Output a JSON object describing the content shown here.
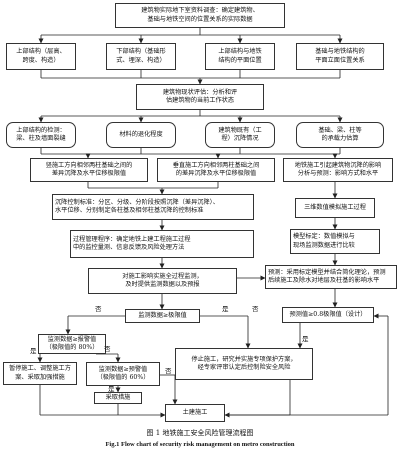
{
  "nodes": {
    "n01": "建筑物实际地下室资料调查：确定建筑物、\n基础与地铁空间的位置关系的实际数据",
    "n02": "上部结构（层高、\n跨度、构造）",
    "n03": "下部结构（基础形\n式、埋深、构造）",
    "n04": "上部结构与地铁\n结构的平面位置",
    "n05": "基础与地铁结构的\n平面立面位置关系",
    "n06": "建筑物现状评估：分析和评\n估建筑物的当前工作状态",
    "n07": "上部结构的检测：\n梁、柱及墙面裂缝",
    "n08": "材料的退化程度",
    "n09": "建筑物既有（工\n程）沉降情况",
    "n10": "基础、梁、柱等\n的承载力估算",
    "n11": "竖施工方向相邻两柱基础之间的\n差异沉降及水平位移极限值",
    "n12": "垂直施工方向相邻两柱基础之间\n的差异沉降及水平位移极限值",
    "n13": "地铁施工引起建筑物沉降的影响\n分析与预测：影响方式和水平",
    "n14": "沉降控制标准：分区、分级、分阶段按照沉降（差异沉降）、\n水平位移、分别制定各柱基及相邻柱基沉降的控制标准",
    "n15": "三维数值模拟施工过程",
    "n16": "过程管理程序：确定地铁上建工程施工过程\n中的监控量测、信息反馈及风险处理方法",
    "n17": "模型标定：数值模拟与\n现场监测数据进行比较",
    "n18": "对施工影响实施全过程监测，\n及时提供监测数据以及预报",
    "n19": "预测：采用标定模型并结合简化理论，预测\n后续施工及除水对地层及柱基的影响水平",
    "n20": "监测数据≥极限值",
    "n21": "预测值≥0.8极限值（设计）",
    "n22": "监测数据≥报警值\n（极限值的 80%）",
    "n23": "暂停施工、调整施工方\n案、采取加强措施",
    "n24": "监测数据≥预警值\n（极限值的 60%）",
    "n25": "停止施工，研究并实施专项保护方案，\n经专家评审认定后控制险安全风险",
    "n26": "采取措施",
    "n27": "土建施工"
  },
  "edge_labels": {
    "yes": "是",
    "no": "否"
  },
  "caption": {
    "cn": "图 1   地铁施工安全风险管理流程图",
    "en": "Fig.1    Flow chart of security risk management on metro construction"
  }
}
